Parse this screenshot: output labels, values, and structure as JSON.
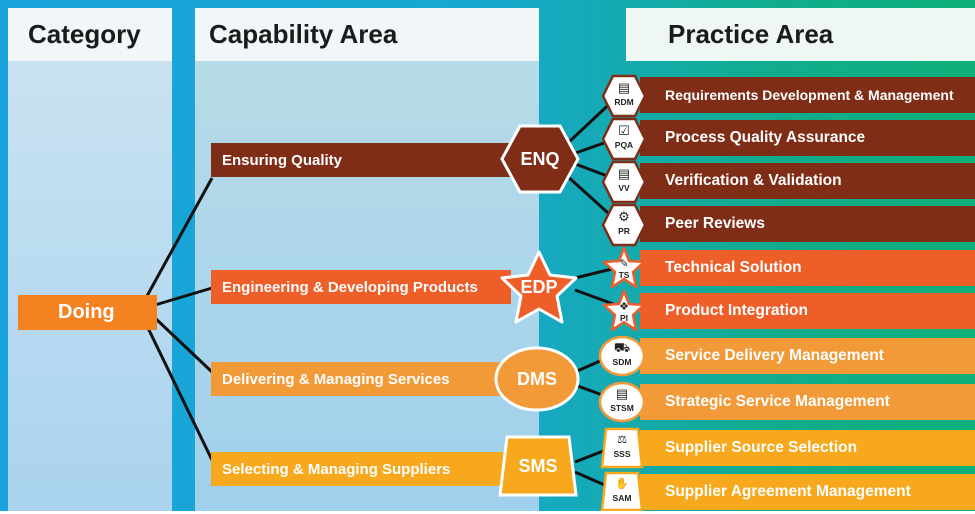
{
  "headers": {
    "category": "Category",
    "capability": "Capability Area",
    "practice": "Practice Area"
  },
  "category": {
    "label": "Doing"
  },
  "capabilities": [
    {
      "label": "Ensuring Quality",
      "code": "ENQ",
      "practices": [
        {
          "abbr": "RDM",
          "icon": "document-stack-icon",
          "label": "Requirements Development & Management"
        },
        {
          "abbr": "PQA",
          "icon": "checklist-icon",
          "label": "Process Quality Assurance"
        },
        {
          "abbr": "VV",
          "icon": "clipboard-icon",
          "label": "Verification & Validation"
        },
        {
          "abbr": "PR",
          "icon": "people-icon",
          "label": "Peer Reviews"
        }
      ]
    },
    {
      "label": "Engineering & Developing Products",
      "code": "EDP",
      "practices": [
        {
          "abbr": "TS",
          "icon": "pencil-doc-icon",
          "label": "Technical Solution"
        },
        {
          "abbr": "PI",
          "icon": "puzzle-icon",
          "label": "Product Integration"
        }
      ]
    },
    {
      "label": "Delivering & Managing Services",
      "code": "DMS",
      "practices": [
        {
          "abbr": "SDM",
          "icon": "truck-icon",
          "label": "Service Delivery Management"
        },
        {
          "abbr": "STSM",
          "icon": "strategy-doc-icon",
          "label": "Strategic Service Management"
        }
      ]
    },
    {
      "label": "Selecting & Managing Suppliers",
      "code": "SMS",
      "practices": [
        {
          "abbr": "SSS",
          "icon": "scale-icon",
          "label": "Supplier Source Selection"
        },
        {
          "abbr": "SAM",
          "icon": "handshake-icon",
          "label": "Supplier Agreement Management"
        }
      ]
    }
  ],
  "colors": {
    "enq": "#7f2d16",
    "edp": "#ee5e29",
    "dms": "#f39a38",
    "sms": "#f7a81d",
    "doing": "#f58220"
  }
}
